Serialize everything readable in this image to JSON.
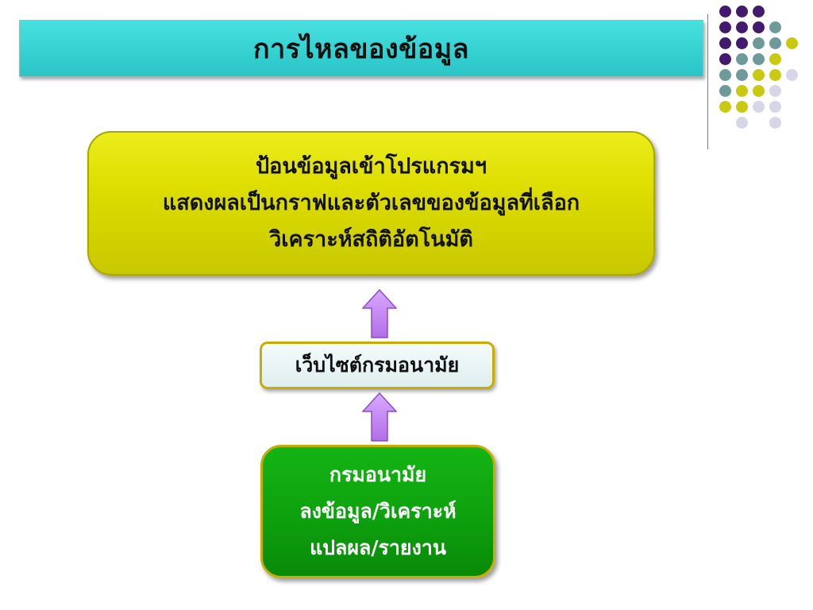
{
  "title": "การไหลของข้อมูล",
  "boxes": {
    "main": {
      "lines": [
        "ป้อนข้อมูลเข้าโปรแกรมฯ",
        "แสดงผลเป็นกราฟและตัวเลขของข้อมูลที่เลือก",
        "วิเคราะห์สถิติอัตโนมัติ"
      ]
    },
    "website": {
      "label": "เว็บไซต์กรมอนามัย"
    },
    "department": {
      "lines": [
        "กรมอนามัย",
        "ลงข้อมูล/วิเคราะห์",
        "แปลผล/รายงาน"
      ]
    }
  },
  "colors": {
    "title_bar": "#35d2d2",
    "main_box": "#dddd00",
    "website_box": "#dfeeee",
    "department_box": "#0ea30e",
    "arrow": "#c27ef0",
    "dot_purple": "#431a6e",
    "dot_teal": "#6e9a9a",
    "dot_yellow": "#c9c912",
    "dot_lavender": "#d6d6e8"
  }
}
